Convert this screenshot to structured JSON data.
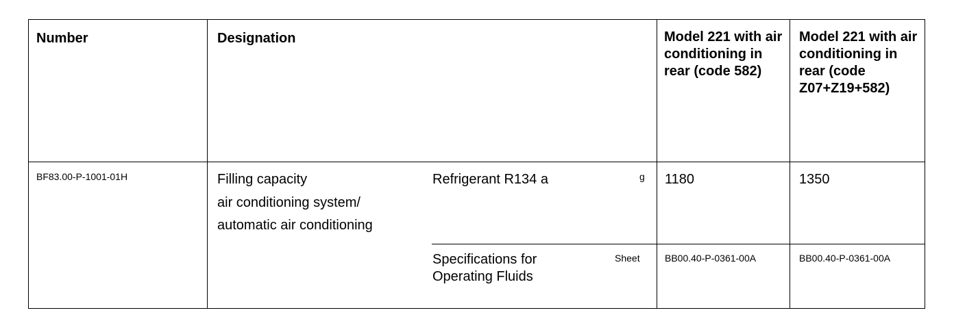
{
  "table": {
    "headers": {
      "number": "Number",
      "designation": "Designation",
      "col_model_582": "Model 221 with air conditioning in rear (code 582)",
      "col_model_z07": "Model 221 with air conditioning in rear (code Z07+Z19+582)"
    },
    "row": {
      "number": "BF83.00-P-1001-01H",
      "designation_lines": [
        "Filling capacity",
        "air conditioning system/",
        "automatic air conditioning"
      ],
      "items": [
        {
          "label": "Refrigerant R134 a",
          "unit": "g",
          "value_582": "1180",
          "value_z07": "1350"
        },
        {
          "label": "Specifications for Operating Fluids",
          "unit": "Sheet",
          "value_582": "BB00.40-P-0361-00A",
          "value_z07": "BB00.40-P-0361-00A"
        }
      ]
    }
  }
}
